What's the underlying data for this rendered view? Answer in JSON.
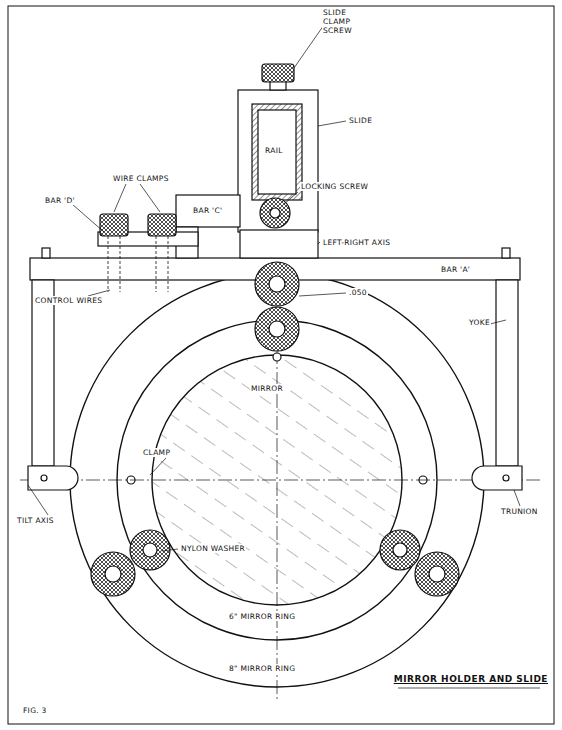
{
  "diagram": {
    "title": "MIRROR HOLDER AND SLIDE",
    "labels": [
      "SLIDE CLAMP SCREW",
      "SLIDE",
      "RAIL",
      "WIRE CLAMPS",
      "BAR 'D'",
      "BAR 'C'",
      "LOCKING SCREW",
      "LEFT-RIGHT AXIS",
      "BAR 'A'",
      "CONTROL WIRES",
      ".050",
      "YOKE",
      "MIRROR",
      "CLAMP",
      "TILT AXIS",
      "TRUNION",
      "NYLON WASHER",
      "6\" MIRROR RING",
      "8\" MIRROR RING",
      "FIG. 3"
    ]
  }
}
